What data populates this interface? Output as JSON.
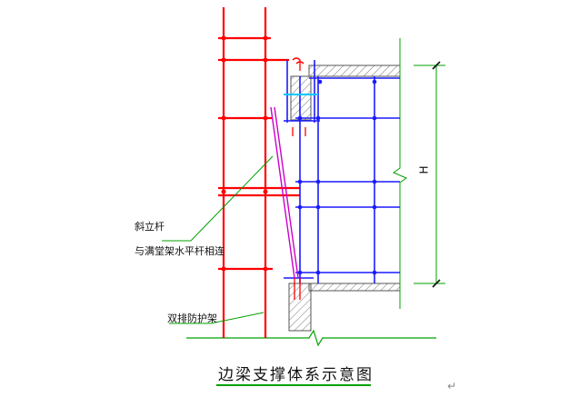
{
  "labels": {
    "inclined_pole_line1": "斜立杆",
    "inclined_pole_line2": "与满堂架水平杆相连",
    "double_row_scaffold": "双排防护架",
    "height_dim": "H"
  },
  "caption": "边梁支撑体系示意图",
  "return_mark": "↵",
  "colors": {
    "scaffold": "#ff0000",
    "formwork": "#1a1aff",
    "inclined_pole": "#cc00cc",
    "leader": "#00a000",
    "concrete_hatch": "#777777",
    "tie_bar": "#00c8ff"
  }
}
